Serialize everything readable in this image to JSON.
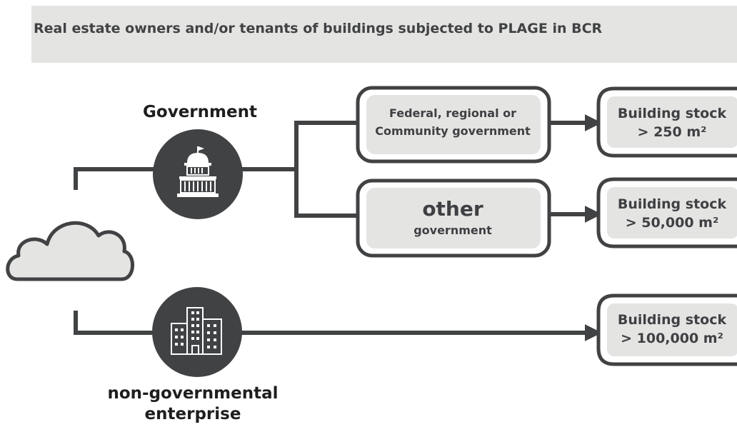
{
  "header": {
    "title": "Real estate owners and/or tenants of buildings subjected to PLAGE in BCR"
  },
  "government": {
    "label": "Government",
    "icon": "government-building-icon",
    "branches": [
      {
        "line1": "Federal, regional or",
        "line2": "Community government"
      },
      {
        "title": "other",
        "subtitle": "government"
      }
    ]
  },
  "enterprise": {
    "label_line1": "non-governmental",
    "label_line2": "enterprise",
    "icon": "office-building-icon"
  },
  "outcomes": [
    {
      "line1": "Building stock",
      "line2": "> 250 m²"
    },
    {
      "line1": "Building stock",
      "line2": "> 50,000 m²"
    },
    {
      "line1": "Building stock",
      "line2": "> 100,000 m²"
    }
  ],
  "colors": {
    "dark": "#414244",
    "box_fill": "#e4e4e3",
    "banner_fill": "#e4e4e3",
    "cloud_fill": "#e4e4e3"
  }
}
